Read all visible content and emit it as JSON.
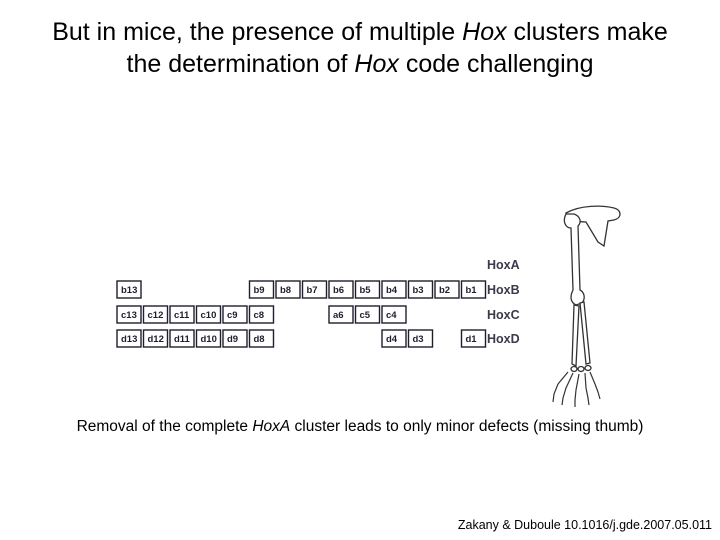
{
  "title": {
    "line1_pre": "But in mice, the presence of multiple ",
    "line1_italic": "Hox",
    "line1_post": " clusters make",
    "line2_pre": "the determination of ",
    "line2_italic": "Hox",
    "line2_post": " code challenging"
  },
  "diagram": {
    "rows": [
      {
        "cluster": "HoxA",
        "genes": []
      },
      {
        "cluster": "HoxB",
        "genes": [
          {
            "label": "b13",
            "col": 0
          },
          {
            "label": "b9",
            "col": 5
          },
          {
            "label": "b8",
            "col": 6
          },
          {
            "label": "b7",
            "col": 7
          },
          {
            "label": "b6",
            "col": 8
          },
          {
            "label": "b5",
            "col": 9
          },
          {
            "label": "b4",
            "col": 10
          },
          {
            "label": "b3",
            "col": 11
          },
          {
            "label": "b2",
            "col": 12
          },
          {
            "label": "b1",
            "col": 13
          }
        ]
      },
      {
        "cluster": "HoxC",
        "genes": [
          {
            "label": "c13",
            "col": 0
          },
          {
            "label": "c12",
            "col": 1
          },
          {
            "label": "c11",
            "col": 2
          },
          {
            "label": "c10",
            "col": 3
          },
          {
            "label": "c9",
            "col": 4
          },
          {
            "label": "c8",
            "col": 5
          },
          {
            "label": "a6",
            "col": 8
          },
          {
            "label": "c5",
            "col": 9
          },
          {
            "label": "c4",
            "col": 10
          }
        ]
      },
      {
        "cluster": "HoxD",
        "genes": [
          {
            "label": "d13",
            "col": 0
          },
          {
            "label": "d12",
            "col": 1
          },
          {
            "label": "d11",
            "col": 2
          },
          {
            "label": "d10",
            "col": 3
          },
          {
            "label": "d9",
            "col": 4
          },
          {
            "label": "d8",
            "col": 5
          },
          {
            "label": "d4",
            "col": 10
          },
          {
            "label": "d3",
            "col": 11
          },
          {
            "label": "d1",
            "col": 13
          }
        ]
      }
    ]
  },
  "caption": {
    "pre": "Removal of the complete ",
    "italic": "HoxA",
    "post": " cluster leads to only minor defects (missing thumb)"
  },
  "citation": "Zakany & Duboule 10.1016/j.gde.2007.05.011"
}
